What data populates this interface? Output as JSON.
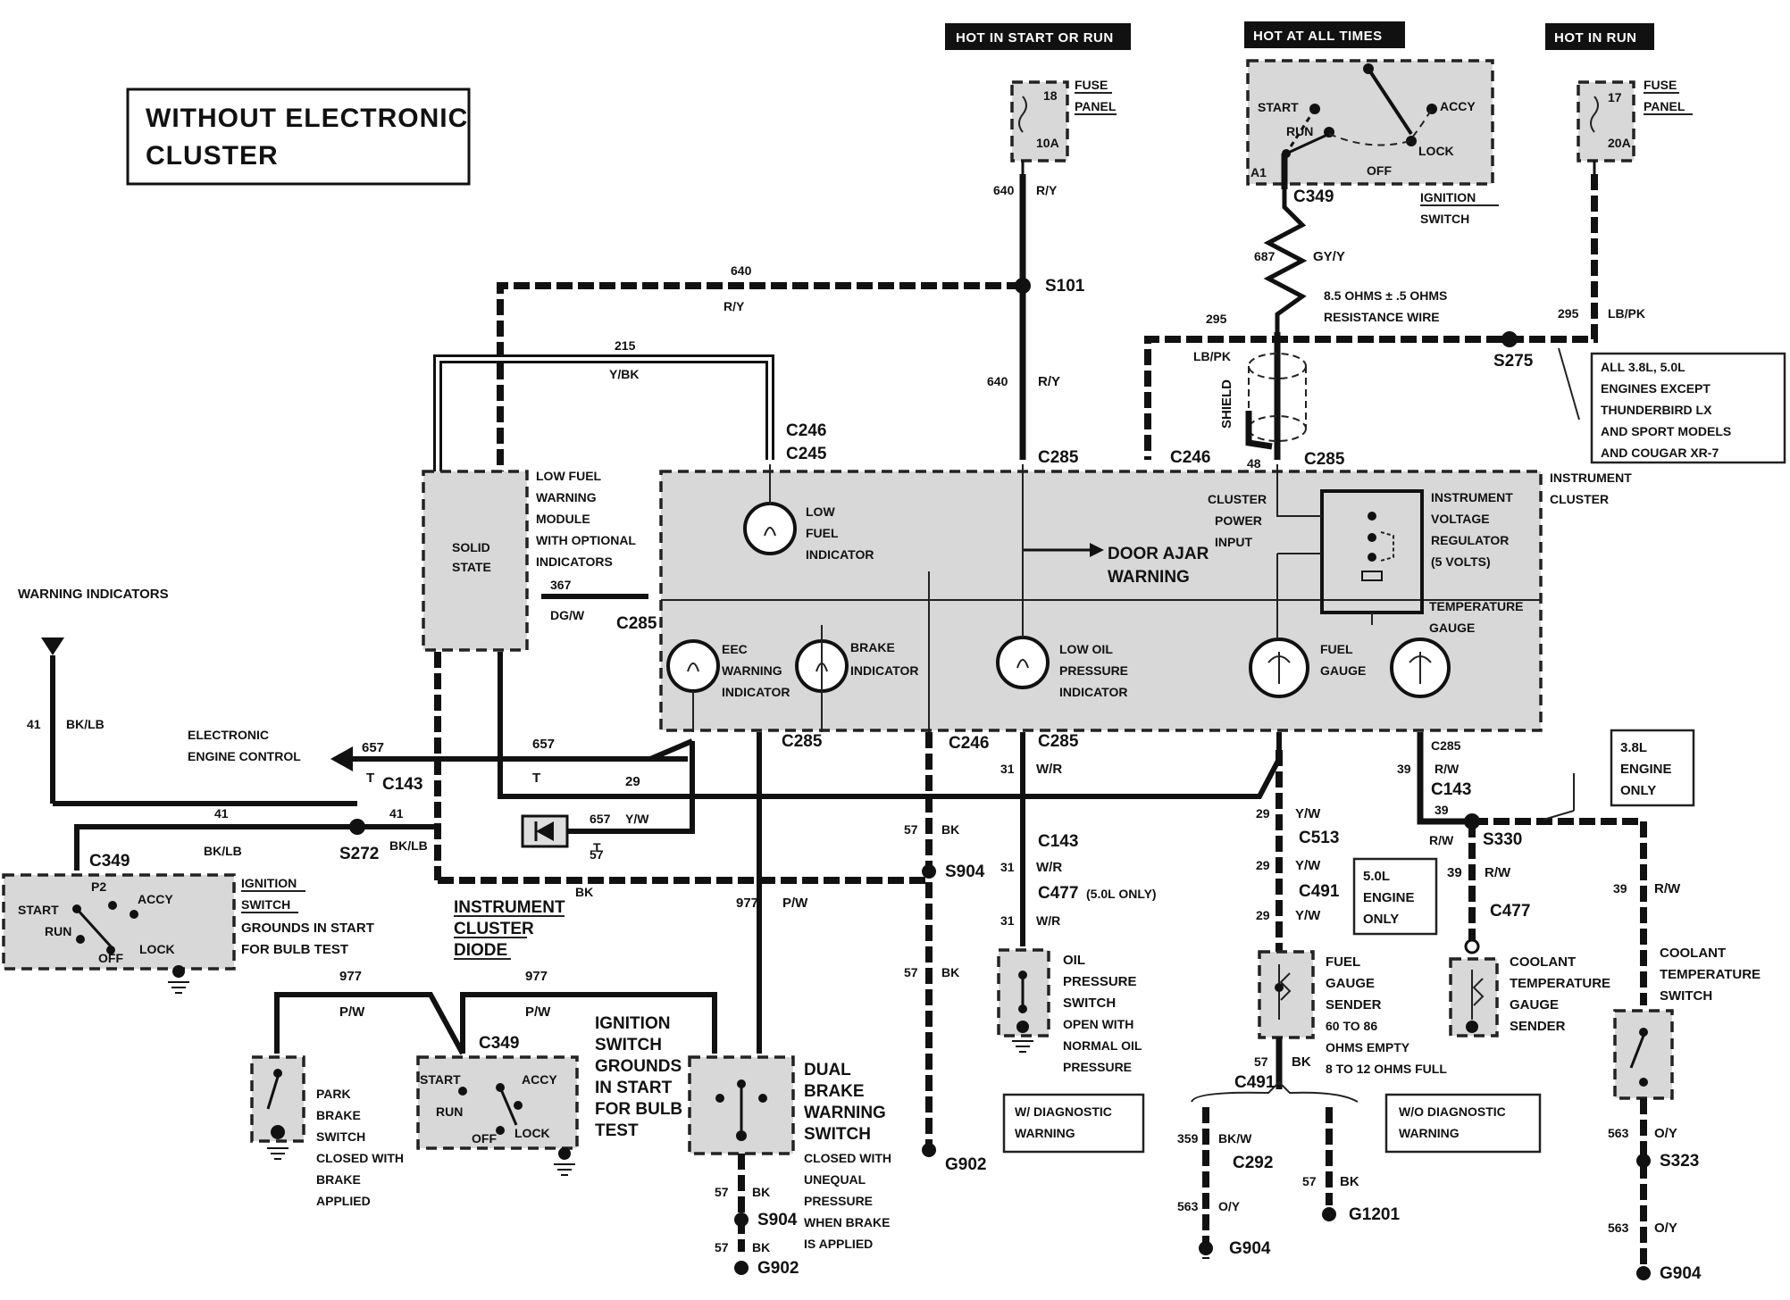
{
  "title_box": {
    "line1": "WITHOUT ELECTRONIC",
    "line2": "CLUSTER"
  },
  "power_headers": {
    "start_run": "HOT IN START OR RUN",
    "at_all_times": "HOT AT ALL TIMES",
    "run": "HOT IN RUN"
  },
  "fuse_left": {
    "number": "18",
    "amp": "10A",
    "label1": "FUSE",
    "label2": "PANEL"
  },
  "fuse_right": {
    "number": "17",
    "amp": "20A",
    "label1": "FUSE",
    "label2": "PANEL"
  },
  "ignition_top": {
    "start": "START",
    "run": "RUN",
    "off": "OFF",
    "lock": "LOCK",
    "accy": "ACCY",
    "a1": "A1",
    "connector": "C349",
    "label1": "IGNITION",
    "label2": "SWITCH"
  },
  "resistance": {
    "circuit": "687",
    "color": "GY/Y",
    "line1": "8.5 OHMS ± .5 OHMS",
    "line2": "RESISTANCE WIRE",
    "shield": "SHIELD"
  },
  "splice_s101": {
    "name": "S101",
    "circuit": "640",
    "color": "R/Y"
  },
  "splice_s275": {
    "name": "S275",
    "circuit": "295",
    "color": "LB/PK"
  },
  "engine_note": {
    "line1": "ALL 3.8L, 5.0L",
    "line2": "ENGINES EXCEPT",
    "line3": "THUNDERBIRD LX",
    "line4": "AND SPORT MODELS",
    "line5": "AND COUGAR  XR-7"
  },
  "circuit_215": {
    "circuit": "215",
    "color": "Y/BK"
  },
  "module": {
    "inner1": "SOLID",
    "inner2": "STATE",
    "l1": "LOW FUEL",
    "l2": "WARNING",
    "l3": "MODULE",
    "l4": "WITH OPTIONAL",
    "l5": "INDICATORS"
  },
  "circuit_367": {
    "circuit": "367",
    "color": "DG/W",
    "connector": "C285"
  },
  "cluster": {
    "label1": "INSTRUMENT",
    "label2": "CLUSTER",
    "low_fuel": [
      "LOW",
      "FUEL",
      "INDICATOR"
    ],
    "eec": [
      "EEC",
      "WARNING",
      "INDICATOR"
    ],
    "brake": [
      "BRAKE",
      "INDICATOR"
    ],
    "low_oil": [
      "LOW OIL",
      "PRESSURE",
      "INDICATOR"
    ],
    "door_ajar": [
      "DOOR AJAR",
      "WARNING"
    ],
    "power": [
      "CLUSTER",
      "POWER",
      "INPUT"
    ],
    "ivr": [
      "INSTRUMENT",
      "VOLTAGE",
      "REGULATOR",
      "(5 VOLTS)"
    ],
    "temp_gauge": [
      "TEMPERATURE",
      "GAUGE"
    ],
    "fuel_gauge": [
      "FUEL",
      "GAUGE"
    ]
  },
  "connectors": {
    "c246": "C246",
    "c245": "C245",
    "c285": "C285",
    "c143": "C143",
    "c513": "C513",
    "c491": "C491",
    "c477": "C477",
    "c349": "C349",
    "c292": "C292"
  },
  "warning_indicators": {
    "label": "WARNING INDICATORS",
    "circuit": "41",
    "color": "BK/LB"
  },
  "eec_output": {
    "l1": "ELECTRONIC",
    "l2": "ENGINE CONTROL",
    "circuit": "657",
    "color": "T"
  },
  "circuit_29": {
    "circuit": "29",
    "color": "Y/W"
  },
  "splice_s272": {
    "name": "S272",
    "circuit": "41",
    "color": "BK/LB"
  },
  "diode": {
    "l1": "INSTRUMENT",
    "l2": "CLUSTER",
    "l3": "DIODE",
    "c657": "657",
    "c57": "57",
    "t": "T",
    "yw": "Y/W",
    "bk": "BK"
  },
  "ignition_left": {
    "start": "START",
    "run": "RUN",
    "off": "OFF",
    "lock": "LOCK",
    "accy": "ACCY",
    "p2": "P2",
    "l1": "IGNITION",
    "l2": "SWITCH",
    "l3": "GROUNDS IN START",
    "l4": "FOR BULB TEST"
  },
  "ignition_mid": {
    "start": "START",
    "run": "RUN",
    "off": "OFF",
    "lock": "LOCK",
    "accy": "ACCY",
    "l1": "IGNITION",
    "l2": "SWITCH",
    "l3": "GROUNDS",
    "l4": "IN START",
    "l5": "FOR BULB",
    "l6": "TEST"
  },
  "circuit_977": {
    "circuit": "977",
    "color": "P/W"
  },
  "park_brake": {
    "l1": "PARK",
    "l2": "BRAKE",
    "l3": "SWITCH",
    "l4": "CLOSED WITH",
    "l5": "BRAKE",
    "l6": "APPLIED"
  },
  "dual_brake": {
    "l1": "DUAL",
    "l2": "BRAKE",
    "l3": "WARNING",
    "l4": "SWITCH",
    "l5": "CLOSED WITH",
    "l6": "UNEQUAL",
    "l7": "PRESSURE",
    "l8": "WHEN BRAKE",
    "l9": "IS APPLIED"
  },
  "ground_57": {
    "circuit": "57",
    "color": "BK",
    "s904": "S904",
    "g902": "G902",
    "g1201": "G1201",
    "g904": "G904"
  },
  "oil_switch": {
    "circuit": "31",
    "color": "W/R",
    "c477note": "(5.0L ONLY)",
    "l1": "OIL",
    "l2": "PRESSURE",
    "l3": "SWITCH",
    "l4": "OPEN WITH",
    "l5": "NORMAL OIL",
    "l6": "PRESSURE"
  },
  "diag_w": {
    "l1": "W/ DIAGNOSTIC",
    "l2": "WARNING"
  },
  "diag_wo": {
    "l1": "W/O DIAGNOSTIC",
    "l2": "WARNING"
  },
  "fuel_sender": {
    "l1": "FUEL",
    "l2": "GAUGE",
    "l3": "SENDER",
    "l4": "60 TO 86",
    "l5": "OHMS EMPTY",
    "l6": "8 TO 12  OHMS FULL"
  },
  "circuit_359": {
    "circuit": "359",
    "color": "BK/W"
  },
  "circuit_563": {
    "circuit": "563",
    "color": "O/Y",
    "s323": "S323"
  },
  "circuit_39": {
    "circuit": "39",
    "color": "R/W",
    "s330": "S330"
  },
  "engine_38": {
    "l1": "3.8L",
    "l2": "ENGINE",
    "l3": "ONLY"
  },
  "engine_50": {
    "l1": "5.0L",
    "l2": "ENGINE",
    "l3": "ONLY"
  },
  "coolant_sender": {
    "l1": "COOLANT",
    "l2": "TEMPERATURE",
    "l3": "GAUGE",
    "l4": "SENDER"
  },
  "coolant_switch": {
    "l1": "COOLANT",
    "l2": "TEMPERATURE",
    "l3": "SWITCH"
  },
  "circuit_48": {
    "circuit": "48"
  }
}
